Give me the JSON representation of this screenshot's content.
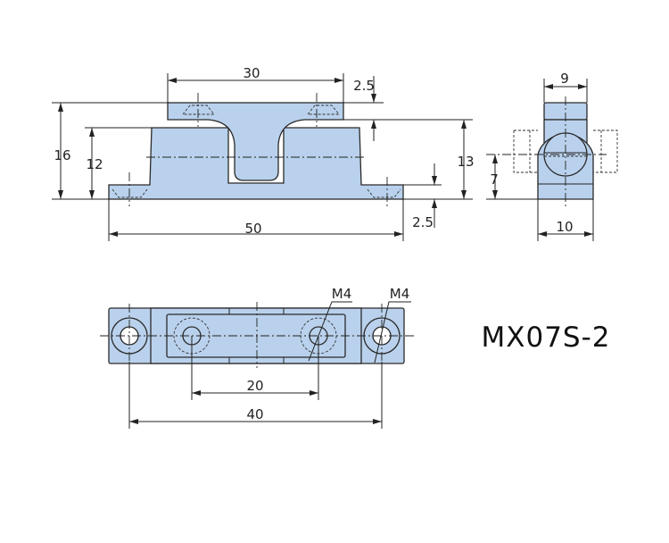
{
  "colors": {
    "part_fill": "#b9d1ec",
    "line": "#222222"
  },
  "model": "MX07S-2",
  "front_view": {
    "top_width": "30",
    "top_thickness": "2.5",
    "total_height": "16",
    "body_height": "12",
    "center_height": "13",
    "flange_thickness": "2.5",
    "base_length": "50"
  },
  "side_view": {
    "top_width": "9",
    "base_width": "10",
    "center_height": "7"
  },
  "top_view": {
    "inner_hole_spacing": "20",
    "outer_hole_spacing": "40",
    "thread_inner": "M4",
    "thread_outer": "M4"
  }
}
